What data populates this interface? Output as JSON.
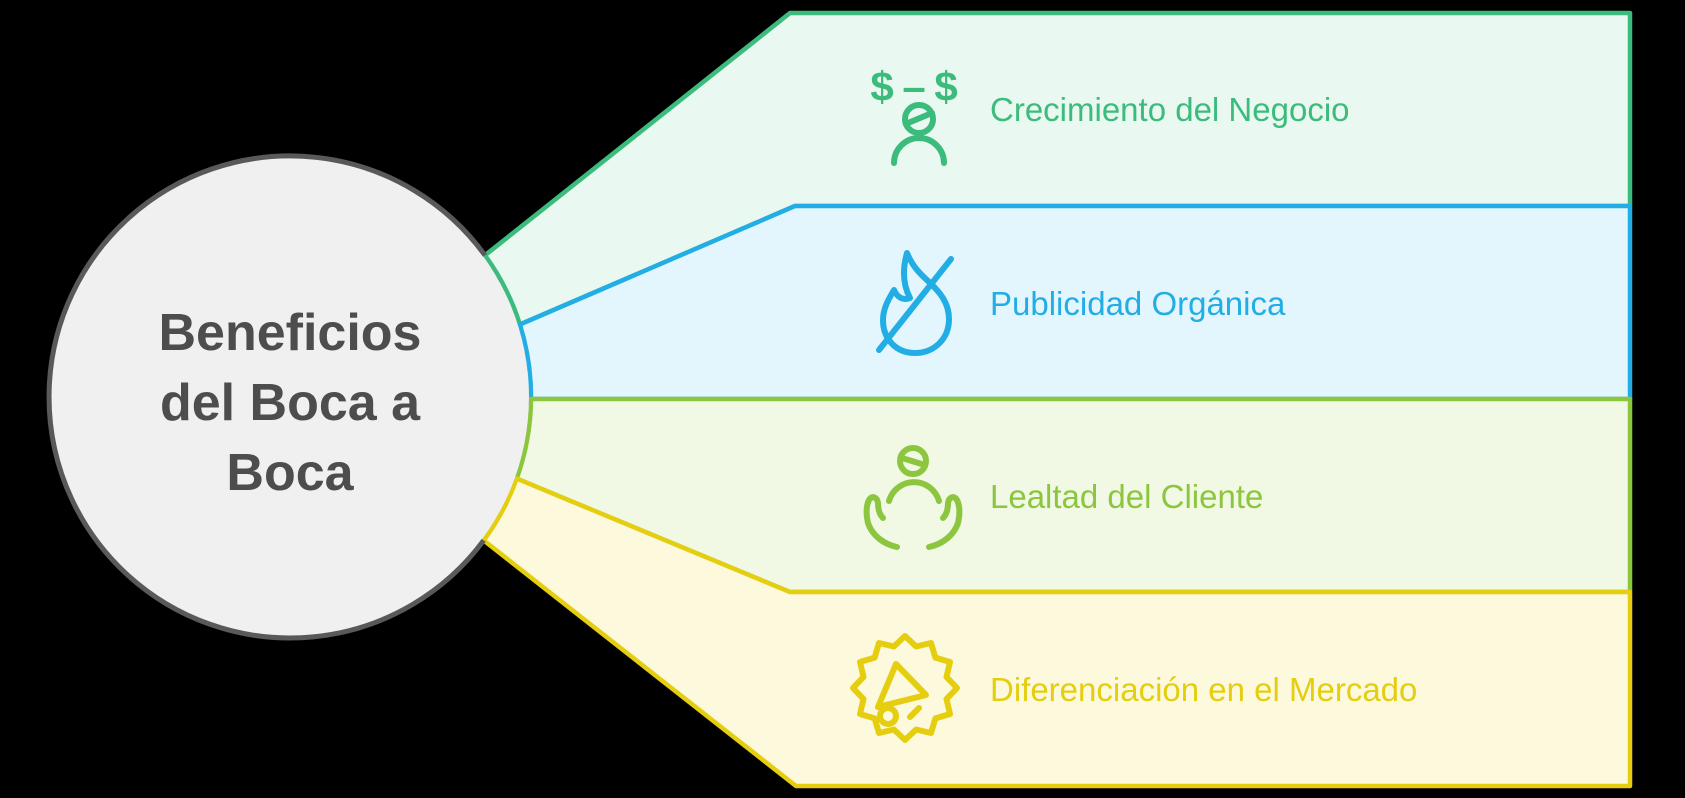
{
  "canvas": {
    "background": "#000000"
  },
  "center": {
    "title": "Beneficios del Boca a Boca",
    "lines": [
      "Beneficios",
      "del Boca a",
      "Boca"
    ],
    "fill": "#f0f0f0",
    "border": "#58595b",
    "text_color": "#4d4d4d"
  },
  "branches": [
    {
      "label": "Crecimiento del Negocio",
      "icon": "money-growth-icon",
      "color": "#3cbc7c",
      "fill": "#e9f8f0",
      "symbols": {
        "left": "$",
        "dash": "–",
        "right": "$"
      }
    },
    {
      "label": "Publicidad Orgánica",
      "icon": "no-fire-icon",
      "color": "#22aee5",
      "fill": "#e3f6fd"
    },
    {
      "label": "Lealtad del Cliente",
      "icon": "customer-loyalty-icon",
      "color": "#8cc63f",
      "fill": "#f1f8e4"
    },
    {
      "label": "Diferenciación en el Mercado",
      "icon": "megaphone-badge-icon",
      "color": "#e5ce10",
      "fill": "#fcf9dd"
    }
  ]
}
